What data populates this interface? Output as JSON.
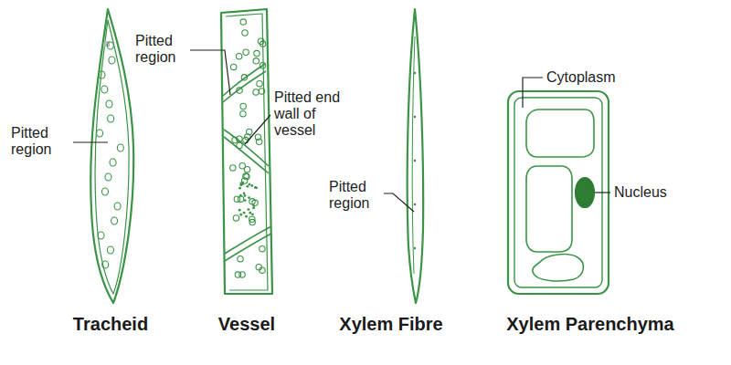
{
  "diagram": {
    "labels": [
      "Pitted region",
      "Pitted region",
      "Pitted end wall of vessel",
      "Pitted region",
      "Cytoplasm",
      "Nucleus",
      "Tracheid",
      "Vessel",
      "Xylem Fibre",
      "Xylem Parenchyma"
    ]
  }
}
